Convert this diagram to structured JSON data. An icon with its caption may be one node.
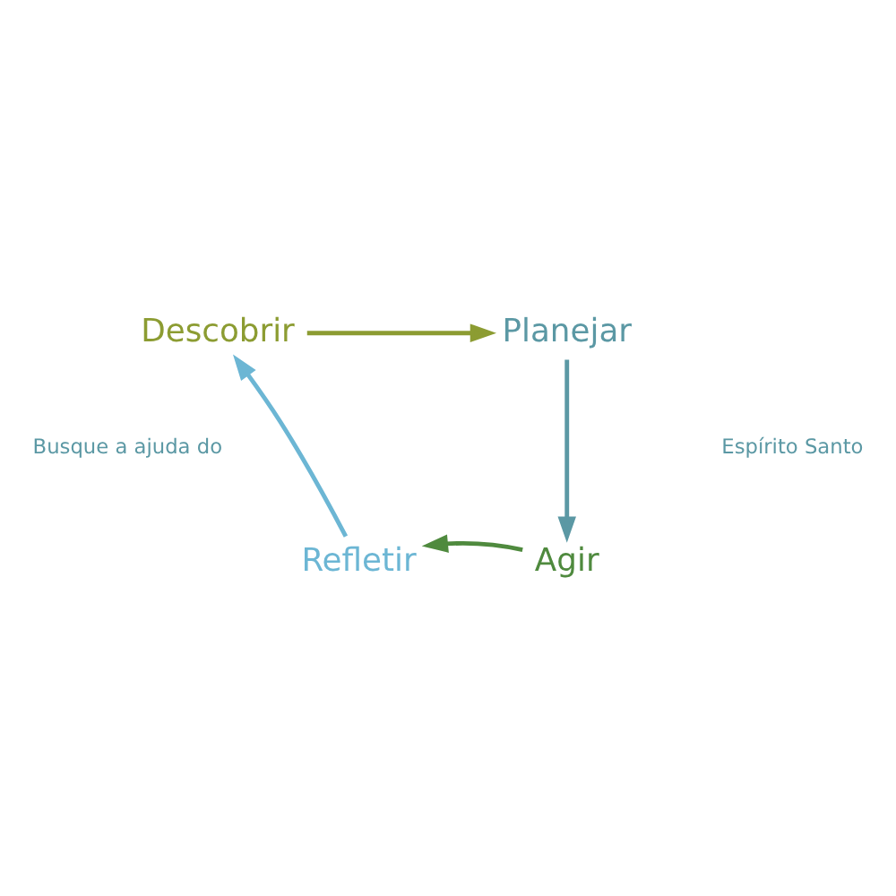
{
  "diagram": {
    "nodes": [
      {
        "text": [
          "Descobrir"
        ]
      },
      {
        "text": [
          "Planejar"
        ]
      },
      {
        "text": [
          "Agir"
        ]
      },
      {
        "text": [
          "Refletir"
        ]
      }
    ],
    "edges": [
      {
        "from": 0,
        "to": 1,
        "arrow": "to",
        "color": "#8c9c32"
      },
      {
        "from": 1,
        "to": 2,
        "arrow": "to",
        "color": "#5b98a4"
      },
      {
        "from": 2,
        "to": 3,
        "arrow": "to",
        "color": "#4f8a3e"
      },
      {
        "from": 3,
        "to": 0,
        "arrow": "to",
        "color": "#6cb6d4"
      }
    ],
    "labels": [
      "Busque a ajuda do",
      "Espírito Santo"
    ]
  }
}
